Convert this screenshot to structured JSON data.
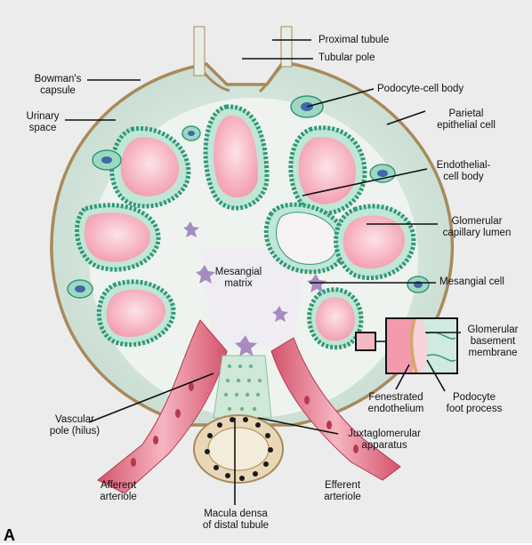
{
  "panel_letter": "A",
  "labels": {
    "proximal_tubule": "Proximal tubule",
    "tubular_pole": "Tubular pole",
    "bowmans_capsule": "Bowman's\ncapsule",
    "podocyte_cell_body": "Podocyte-cell body",
    "urinary_space": "Urinary\nspace",
    "parietal_epithelial_cell": "Parietal\nepithelial cell",
    "endothelial_cell_body": "Endothelial-\ncell body",
    "glomerular_capillary_lumen": "Glomerular\ncapillary lumen",
    "mesangial_matrix": "Mesangial\nmatrix",
    "mesangial_cell": "Mesangial cell",
    "glomerular_basement_membrane": "Glomerular\nbasement\nmembrane",
    "fenestrated_endothelium": "Fenestrated\nendothelium",
    "podocyte_foot_process": "Podocyte\nfoot process",
    "vascular_pole": "Vascular\npole (hilus)",
    "juxtaglomerular_apparatus": "Juxtaglomerular\napparatus",
    "afferent_arteriole": "Afferent\narteriole",
    "efferent_arteriole": "Efferent\narteriole",
    "macula_densa": "Macula densa\nof distal tubule"
  },
  "colors": {
    "capsule_fill": "#d4e6dc",
    "capsule_border": "#a88a5a",
    "capillary_pink": "#f4a8b8",
    "capillary_light": "#fbd3da",
    "podocyte_teal": "#3aa987",
    "podocyte_light": "#bfe6d6",
    "nucleus_blue": "#3d6aa8",
    "mesangium": "#efe9f2",
    "mesangial_cell": "#a68bc0",
    "arteriole_pink": "#e98a9c",
    "arteriole_dark": "#c9495f"
  }
}
